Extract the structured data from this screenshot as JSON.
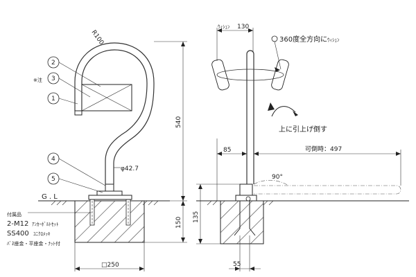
{
  "front_view": {
    "radius_label": "R100",
    "note_label": "※注",
    "callouts": [
      "1",
      "2",
      "3",
      "4",
      "5"
    ],
    "diameter_label": "φ42.7",
    "height_label": "540",
    "base_height_label": "150",
    "width_label": "□250",
    "ground_label": "G . L",
    "accessories": [
      {
        "main": "付属品",
        "sub": ""
      },
      {
        "main": "2-M12",
        "sub": "ｱﾝｶｰﾎﾞﾙﾄｾｯﾄ"
      },
      {
        "main": "SS400",
        "sub": "ﾕﾆｸﾛﾒｯｷ"
      },
      {
        "main": "ﾊﾞﾈ座金・平座金・ﾅｯﾄ付",
        "sub": ""
      }
    ]
  },
  "side_view": {
    "width_small": "130",
    "width_small_prefix": "ｳｨｼｭﾝ",
    "rotation_label": "360度全方向に",
    "rotation_suffix": "ｳｨｼｭﾝ",
    "lift_label": "上に引上げ倒す",
    "dim_85": "85",
    "movable_label": "可倒時：497",
    "angle_label": "90°",
    "dim_135": "135",
    "dim_55": "55"
  },
  "colors": {
    "line": "#222222",
    "hatch": "#555555",
    "background": "#ffffff"
  }
}
